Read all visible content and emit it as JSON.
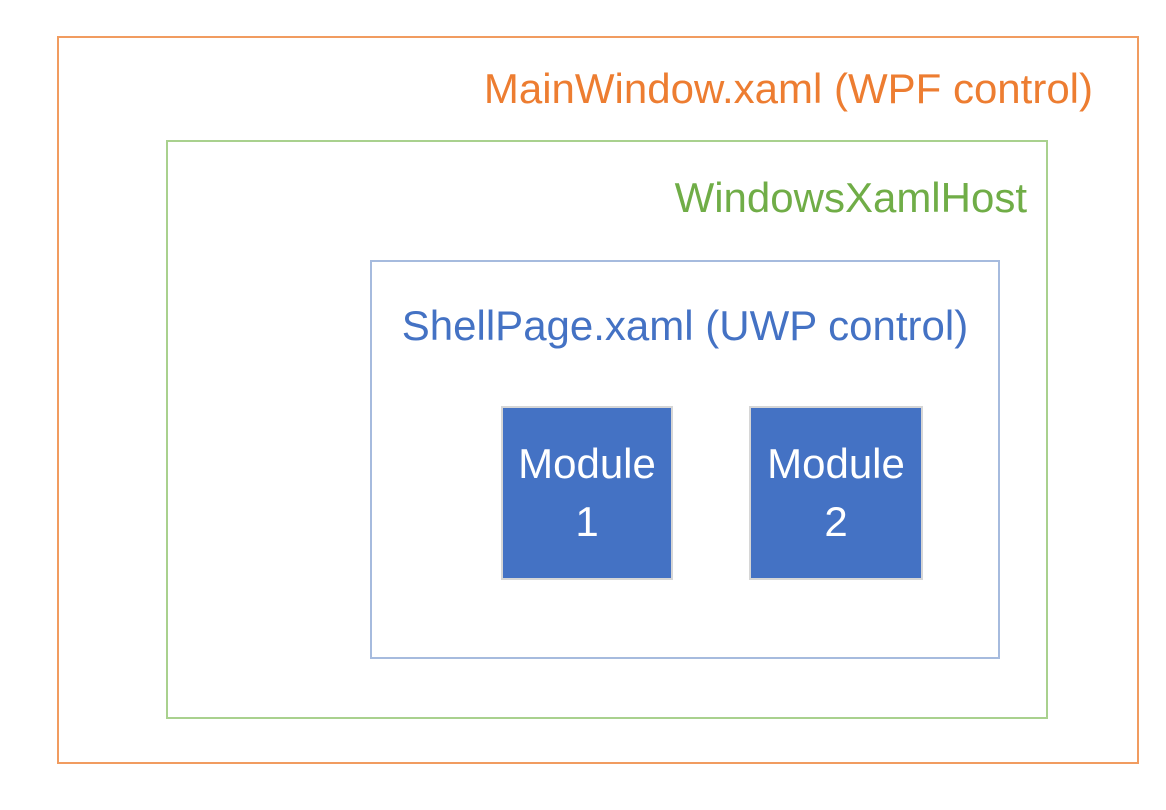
{
  "diagram": {
    "main_window": {
      "label": "MainWindow.xaml (WPF control)",
      "text_color": "#ED7D31",
      "border_color": "#F19C60"
    },
    "xaml_host": {
      "label": "WindowsXamlHost",
      "text_color": "#70AD47",
      "border_color": "#A9D18E"
    },
    "shell_page": {
      "label": "ShellPage.xaml (UWP control)",
      "text_color": "#4472C4",
      "border_color": "#A6BBDE"
    },
    "modules": [
      {
        "line1": "Module",
        "line2": "1",
        "fill_color": "#4472C4",
        "border_color": "#D6D6D6",
        "text_color": "#FFFFFF"
      },
      {
        "line1": "Module",
        "line2": "2",
        "fill_color": "#4472C4",
        "border_color": "#D6D6D6",
        "text_color": "#FFFFFF"
      }
    ]
  }
}
